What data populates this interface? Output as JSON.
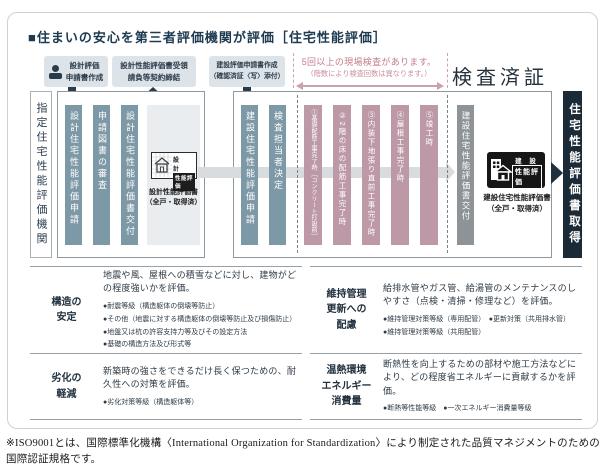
{
  "title": "■住まいの安心を第三者評価機関が評価［住宅性能評価］",
  "top_steps": [
    {
      "lines": [
        "設計評価",
        "申請書作成"
      ],
      "icon": "person-icon",
      "arrow": "down"
    },
    {
      "lines": [
        "設計性能評価書受領",
        "請負等契約締結"
      ],
      "arrow": "up"
    },
    {
      "lines": [
        "建設評価申請書作成",
        "（確認済証〈写〉添付）"
      ],
      "arrow": "down"
    }
  ],
  "inspection": {
    "note1": "5回以上の現場検査があります。",
    "note2": "（階数により検査回数は異なります。）",
    "cert": "検査済証"
  },
  "sidebars": {
    "left": "指定住宅性能評価機関",
    "right": "住宅性能評価書取得"
  },
  "design_box": {
    "columns": [
      "設計住宅性能評価申請",
      "申請図書の審査",
      "設計住宅性能評価書交付"
    ],
    "stamp": {
      "top": "設 計",
      "seal": "性能評価"
    },
    "caption": [
      "設計性能評価書",
      "（全戸・取得済）"
    ]
  },
  "construction_box": {
    "columns_pre": [
      "建設住宅性能評価申請",
      "検査担当者決定"
    ],
    "inspections": [
      "①基礎配筋工事完了時［コンクリート打設前］",
      "②2階の床の配筋工事完了時",
      "③内装下地張り直前工事完了時",
      "④屋根工事完了時",
      "⑤竣工時"
    ],
    "column_post": "建設住宅性能評価書交付",
    "stamp": {
      "top": "建 設",
      "seal": "性能評価"
    },
    "caption": [
      "建設住宅性能評価書",
      "（全戸・取得済）"
    ]
  },
  "categories": [
    {
      "name_lines": [
        "構造の",
        "安定"
      ],
      "desc": "地震や風、屋根への積雪などに対し、建物がどの程度強いかを評価。",
      "bullets": [
        "●耐震等級（構造躯体の倒壊等防止）",
        "●その他（地震に対する構造躯体の倒壊等防止及び損傷防止）",
        "●地盤又は杭の許容支持力等及びその設定方法",
        "●基礎の構造方法及び形式等"
      ]
    },
    {
      "name_lines": [
        "維持管理",
        "更新への",
        "配慮"
      ],
      "desc": "給排水管やガス管、給湯管のメンテナンスのしやすさ（点検・清掃・修理など）を評価。",
      "bullets": [
        "●維持管理対策等級（専用配管）　●更新対策（共用排水管）",
        "●維持管理対策等級（共用配管）"
      ]
    },
    {
      "name_lines": [
        "劣化の",
        "軽減"
      ],
      "desc": "新築時の強さをできるだけ長く保つための、耐久性への対策を評価。",
      "bullets": [
        "●劣化対策等級（構造躯体等）"
      ]
    },
    {
      "name_lines": [
        "温熱環境",
        "エネルギー",
        "消費量"
      ],
      "desc": "断熱性を向上するための部材や施工方法などにより、どの程度省エネルギーに貢献するかを評価。",
      "bullets": [
        "●断熱等性能等級　●一次エネルギー消費量等級"
      ]
    }
  ],
  "footnote": "※ISO9001とは、国際標準化機構〈International Organization for Standardization〉により制定された品質マネジメントのための国際認証規格です。",
  "colors": {
    "accent_navy": "#1d3a50",
    "column_blue": "#7d98a6",
    "column_pink": "#bd99a7",
    "pink_accent": "#c57b8b",
    "column_gray": "#8d9397",
    "dark_bar": "#1b2a37",
    "panel": "#e9edf0",
    "step_box": "#dde4e9"
  }
}
